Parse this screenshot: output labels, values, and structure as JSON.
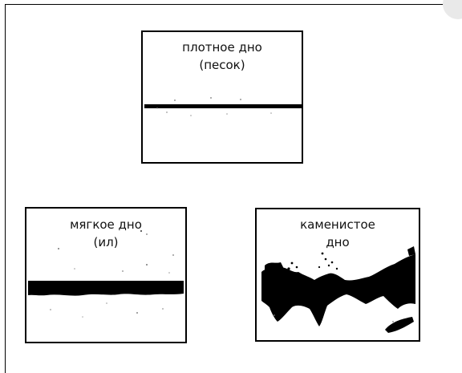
{
  "panels": {
    "firm": {
      "label": "плотное дно\n(песок)"
    },
    "soft": {
      "label": "мягкое дно\n(ил)"
    },
    "rocky": {
      "label": "каменистое\nдно"
    }
  },
  "colors": {
    "ink": "#000000",
    "background": "#ffffff",
    "corner_shade": "#e9e9e9"
  }
}
